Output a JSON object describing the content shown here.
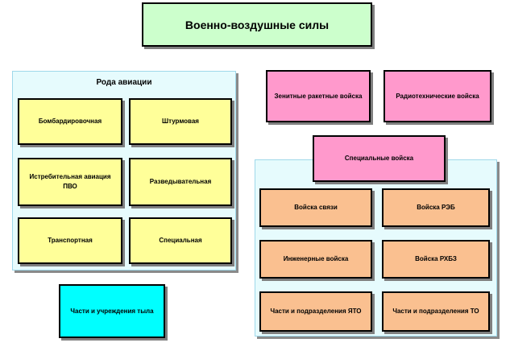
{
  "title": "Военно-воздушные силы",
  "aviation": {
    "heading": "Рода авиации",
    "items": [
      "Бомбардировочная",
      "Штурмовая",
      "Истребительная авиация ПВО",
      "Разведывательная",
      "Транспортная",
      "Специальная"
    ]
  },
  "rocket_troops": "Зенитные ракетные войска",
  "radiotech_troops": "Радиотехнические войска",
  "special_troops": {
    "heading": "Специальные войска",
    "items": [
      "Войска связи",
      "Войска РЭБ",
      "Инженерные войска",
      "Войска РХБЗ",
      "Части и подразделения ЯТО",
      "Части и подразделения ТО"
    ]
  },
  "rear_units": "Части и учреждения тыла",
  "colors": {
    "title_fill": "#ccffcc",
    "aviation_fill": "#ffff99",
    "special_fill": "#fac090",
    "troops_fill": "#ff99cc",
    "rear_fill": "#00ffff",
    "region_fill": "#e6fbfd"
  }
}
